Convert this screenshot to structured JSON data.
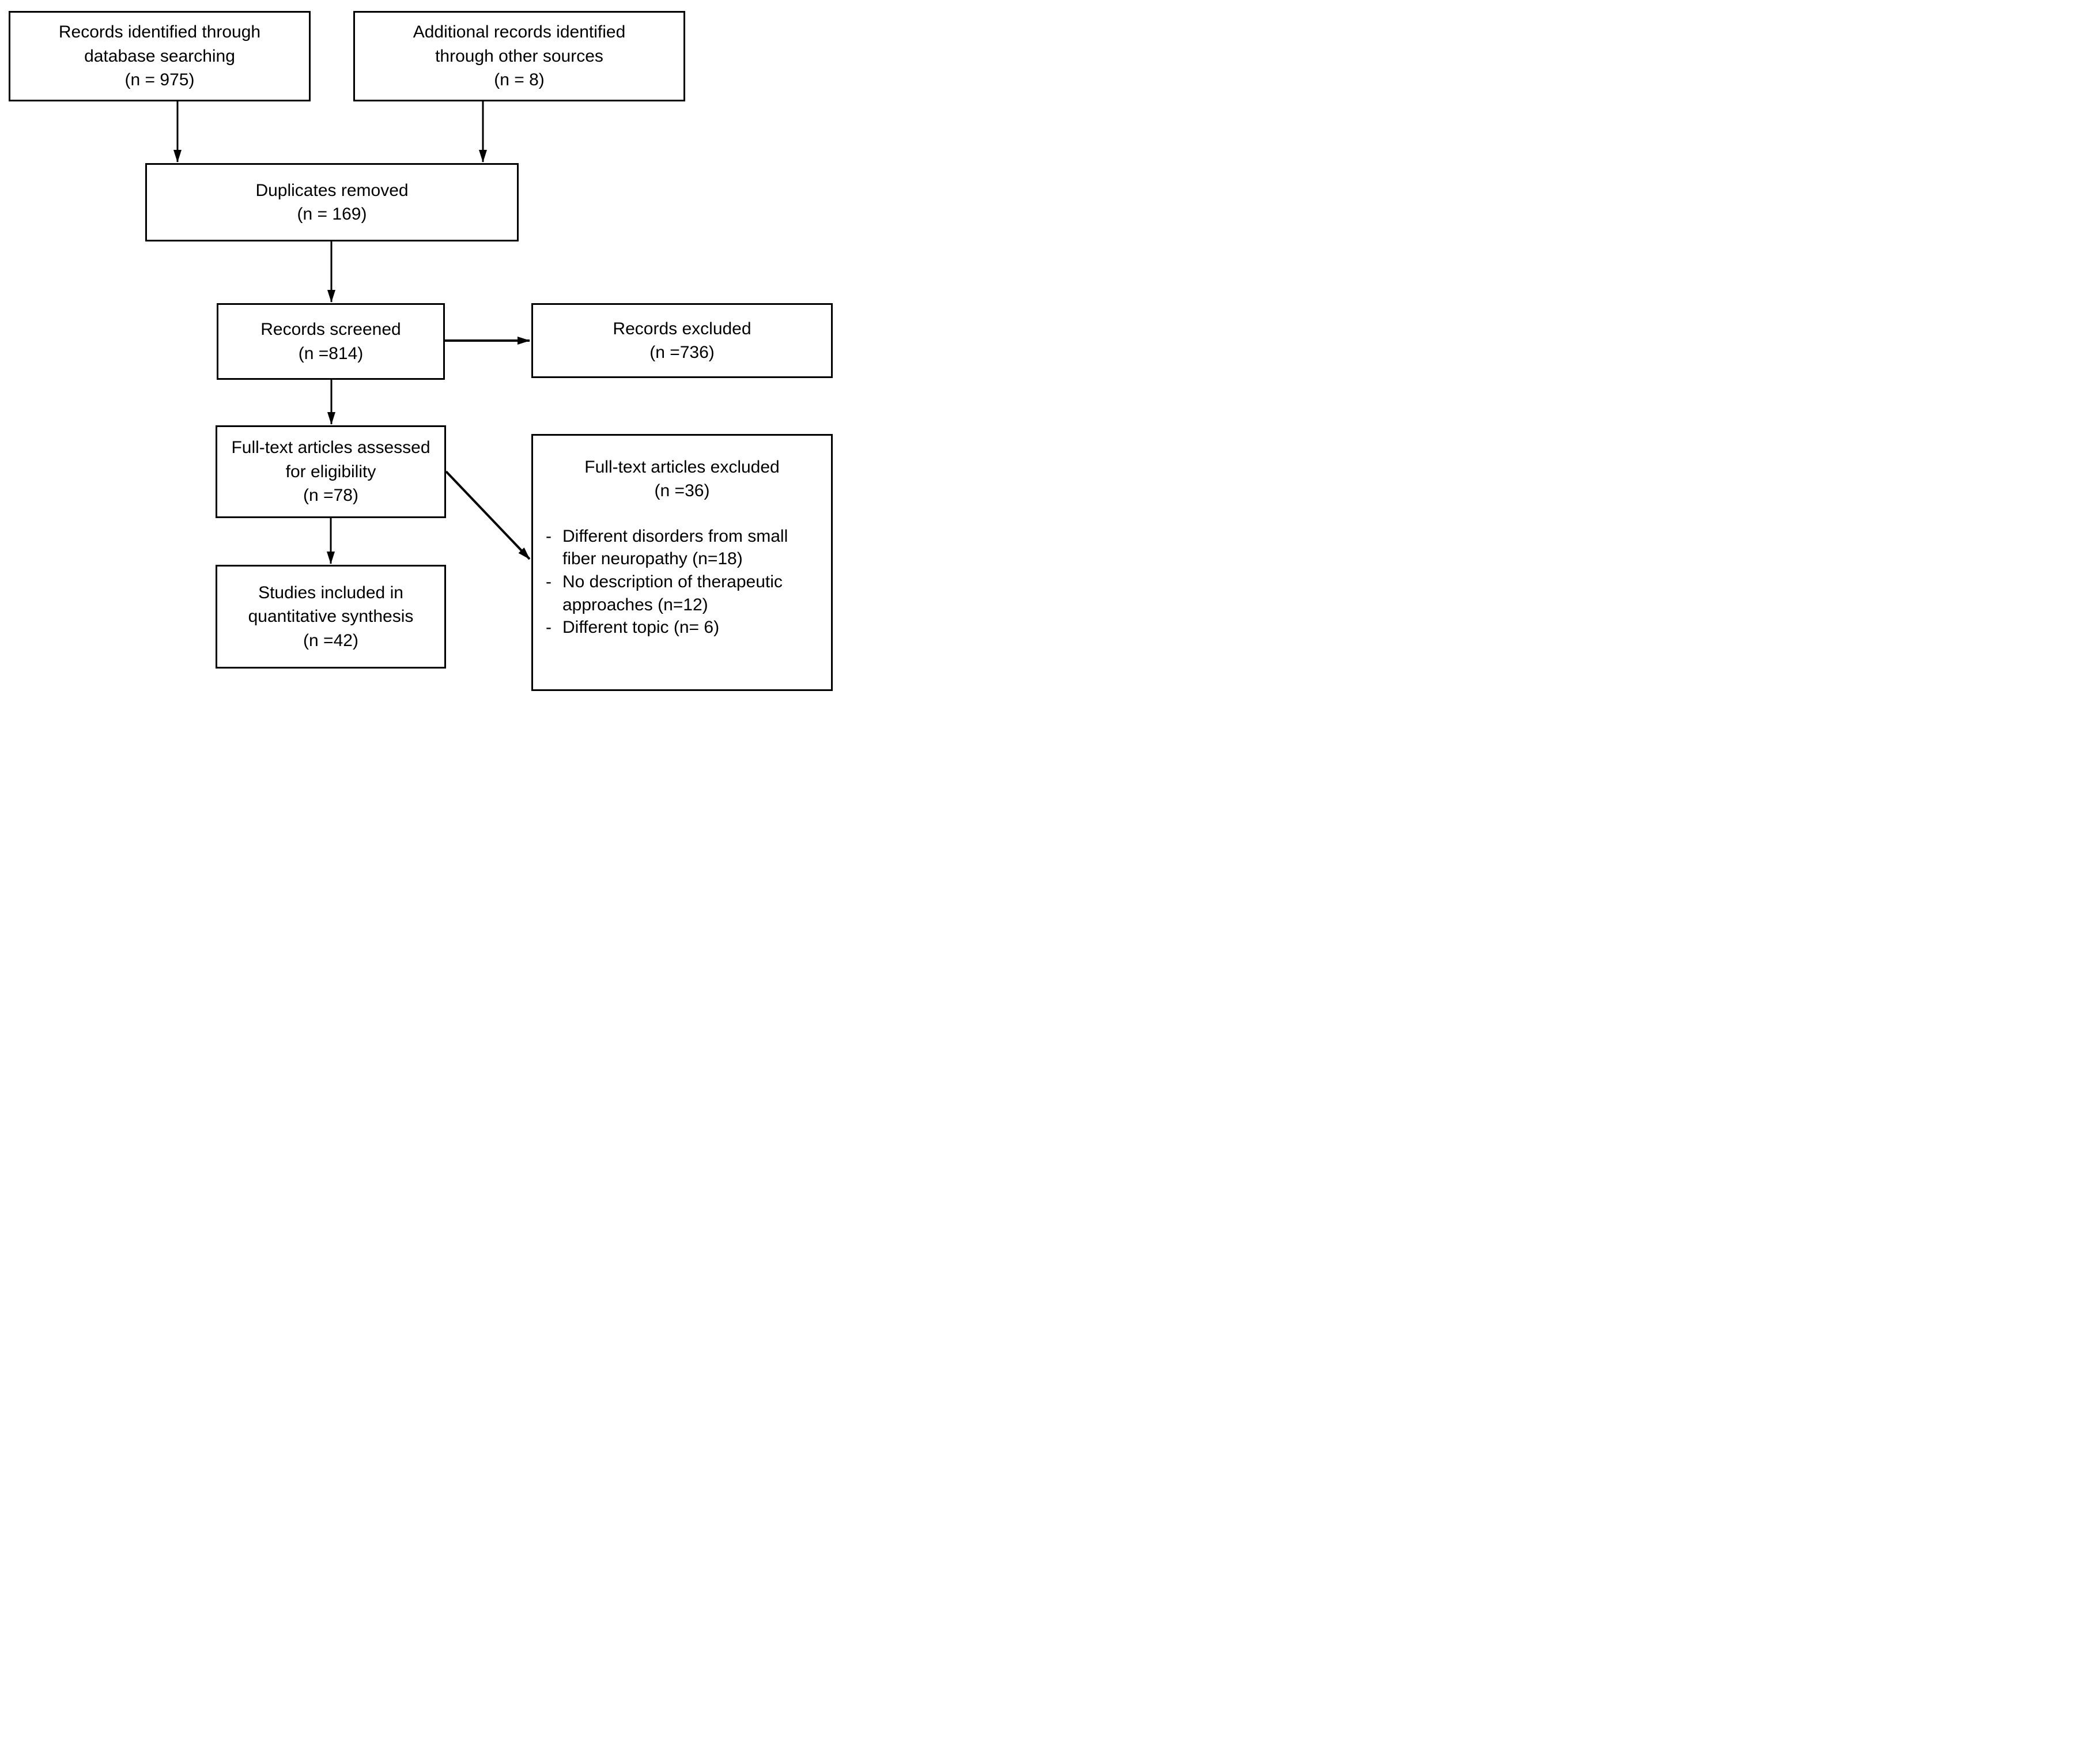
{
  "canvas": {
    "background": "#ffffff",
    "line_color": "#000000"
  },
  "boxes": {
    "identified": {
      "line1": "Records identified through",
      "line2": "database searching",
      "line3": "(n = 975)"
    },
    "additional": {
      "line1": "Additional records identified",
      "line2": "through other sources",
      "line3": "(n = 8)"
    },
    "duplicates": {
      "line1": "Duplicates removed",
      "line2": "(n = 169)"
    },
    "screened": {
      "line1": "Records screened",
      "line2": "(n =814)"
    },
    "records_excluded": {
      "line1": "Records excluded",
      "line2": "(n =736)"
    },
    "fulltext_assessed": {
      "line1": "Full-text articles assessed",
      "line2": "for eligibility",
      "line3": "(n =78)"
    },
    "fulltext_excluded": {
      "heading_line1": "Full-text articles excluded",
      "heading_line2": "(n =36)",
      "bullets": [
        {
          "marker": "-",
          "line1": "Different disorders from small",
          "line2": "fiber neuropathy (n=18)"
        },
        {
          "marker": "-",
          "line1": "No description of therapeutic",
          "line2": "approaches (n=12)"
        },
        {
          "marker": "-",
          "line1": "Different topic (n= 6)",
          "line2": ""
        }
      ]
    },
    "included": {
      "line1": "Studies included in",
      "line2": "quantitative synthesis",
      "line3": "(n =42)"
    }
  }
}
